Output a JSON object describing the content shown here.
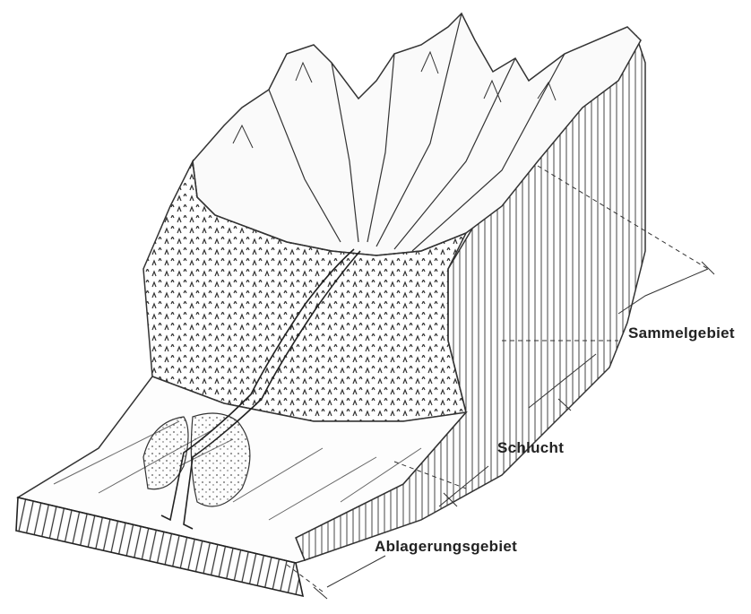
{
  "labels": {
    "collection_area": "Sammelgebiet",
    "gorge": "Schlucht",
    "deposition_area": "Ablagerungsgebiet"
  },
  "colors": {
    "ink": "#3a3a3a",
    "paper": "#ffffff"
  }
}
